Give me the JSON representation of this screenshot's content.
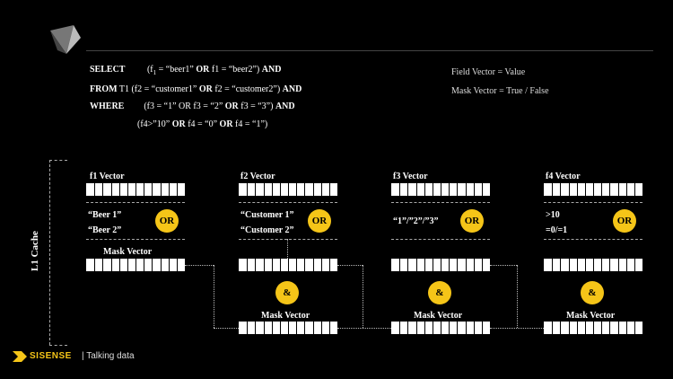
{
  "sql": {
    "line1_kw": "SELECT",
    "line1_a": "(f",
    "line1_sub": "1",
    "line1_b": " = “beer1” ",
    "line1_or": "OR",
    "line1_c": " f1 = “beer2”) ",
    "line1_and": "AND",
    "line2_kw": "FROM",
    "line2_a": " T1 (f2 = “customer1” ",
    "line2_or": "OR",
    "line2_b": " f2 = “customer2”) ",
    "line2_and": "AND",
    "line3_kw": "WHERE",
    "line3_a": "(f3 = “1” OR f3 = “2” ",
    "line3_or": "OR",
    "line3_b": " f3 = “3”) ",
    "line3_and": "AND",
    "line4_a": "(f4>”10” ",
    "line4_or1": "OR",
    "line4_b": " f4 = “0” ",
    "line4_or2": "OR",
    "line4_c": " f4 = “1”)"
  },
  "legend": {
    "field": "Field Vector = Value",
    "mask": "Mask Vector = True / False"
  },
  "cache_label": "L1 Cache",
  "vectors": [
    {
      "title": "f1 Vector",
      "val1": "“Beer 1”",
      "val2": "“Beer 2”",
      "op": "OR"
    },
    {
      "title": "f2 Vector",
      "val1": "“Customer 1”",
      "val2": "“Customer 2”",
      "op": "OR"
    },
    {
      "title": "f3 Vector",
      "val1": "“1”/”2”/”3”",
      "val2": "",
      "op": "OR"
    },
    {
      "title": "f4 Vector",
      "val1": ">10",
      "val2": "=0/=1",
      "op": "OR"
    }
  ],
  "mask_label": "Mask Vector",
  "and_op": "&",
  "footer": {
    "brand": "SISENSE",
    "tagline": "| Talking data"
  },
  "colors": {
    "accent": "#f5c518",
    "background": "#000000"
  }
}
